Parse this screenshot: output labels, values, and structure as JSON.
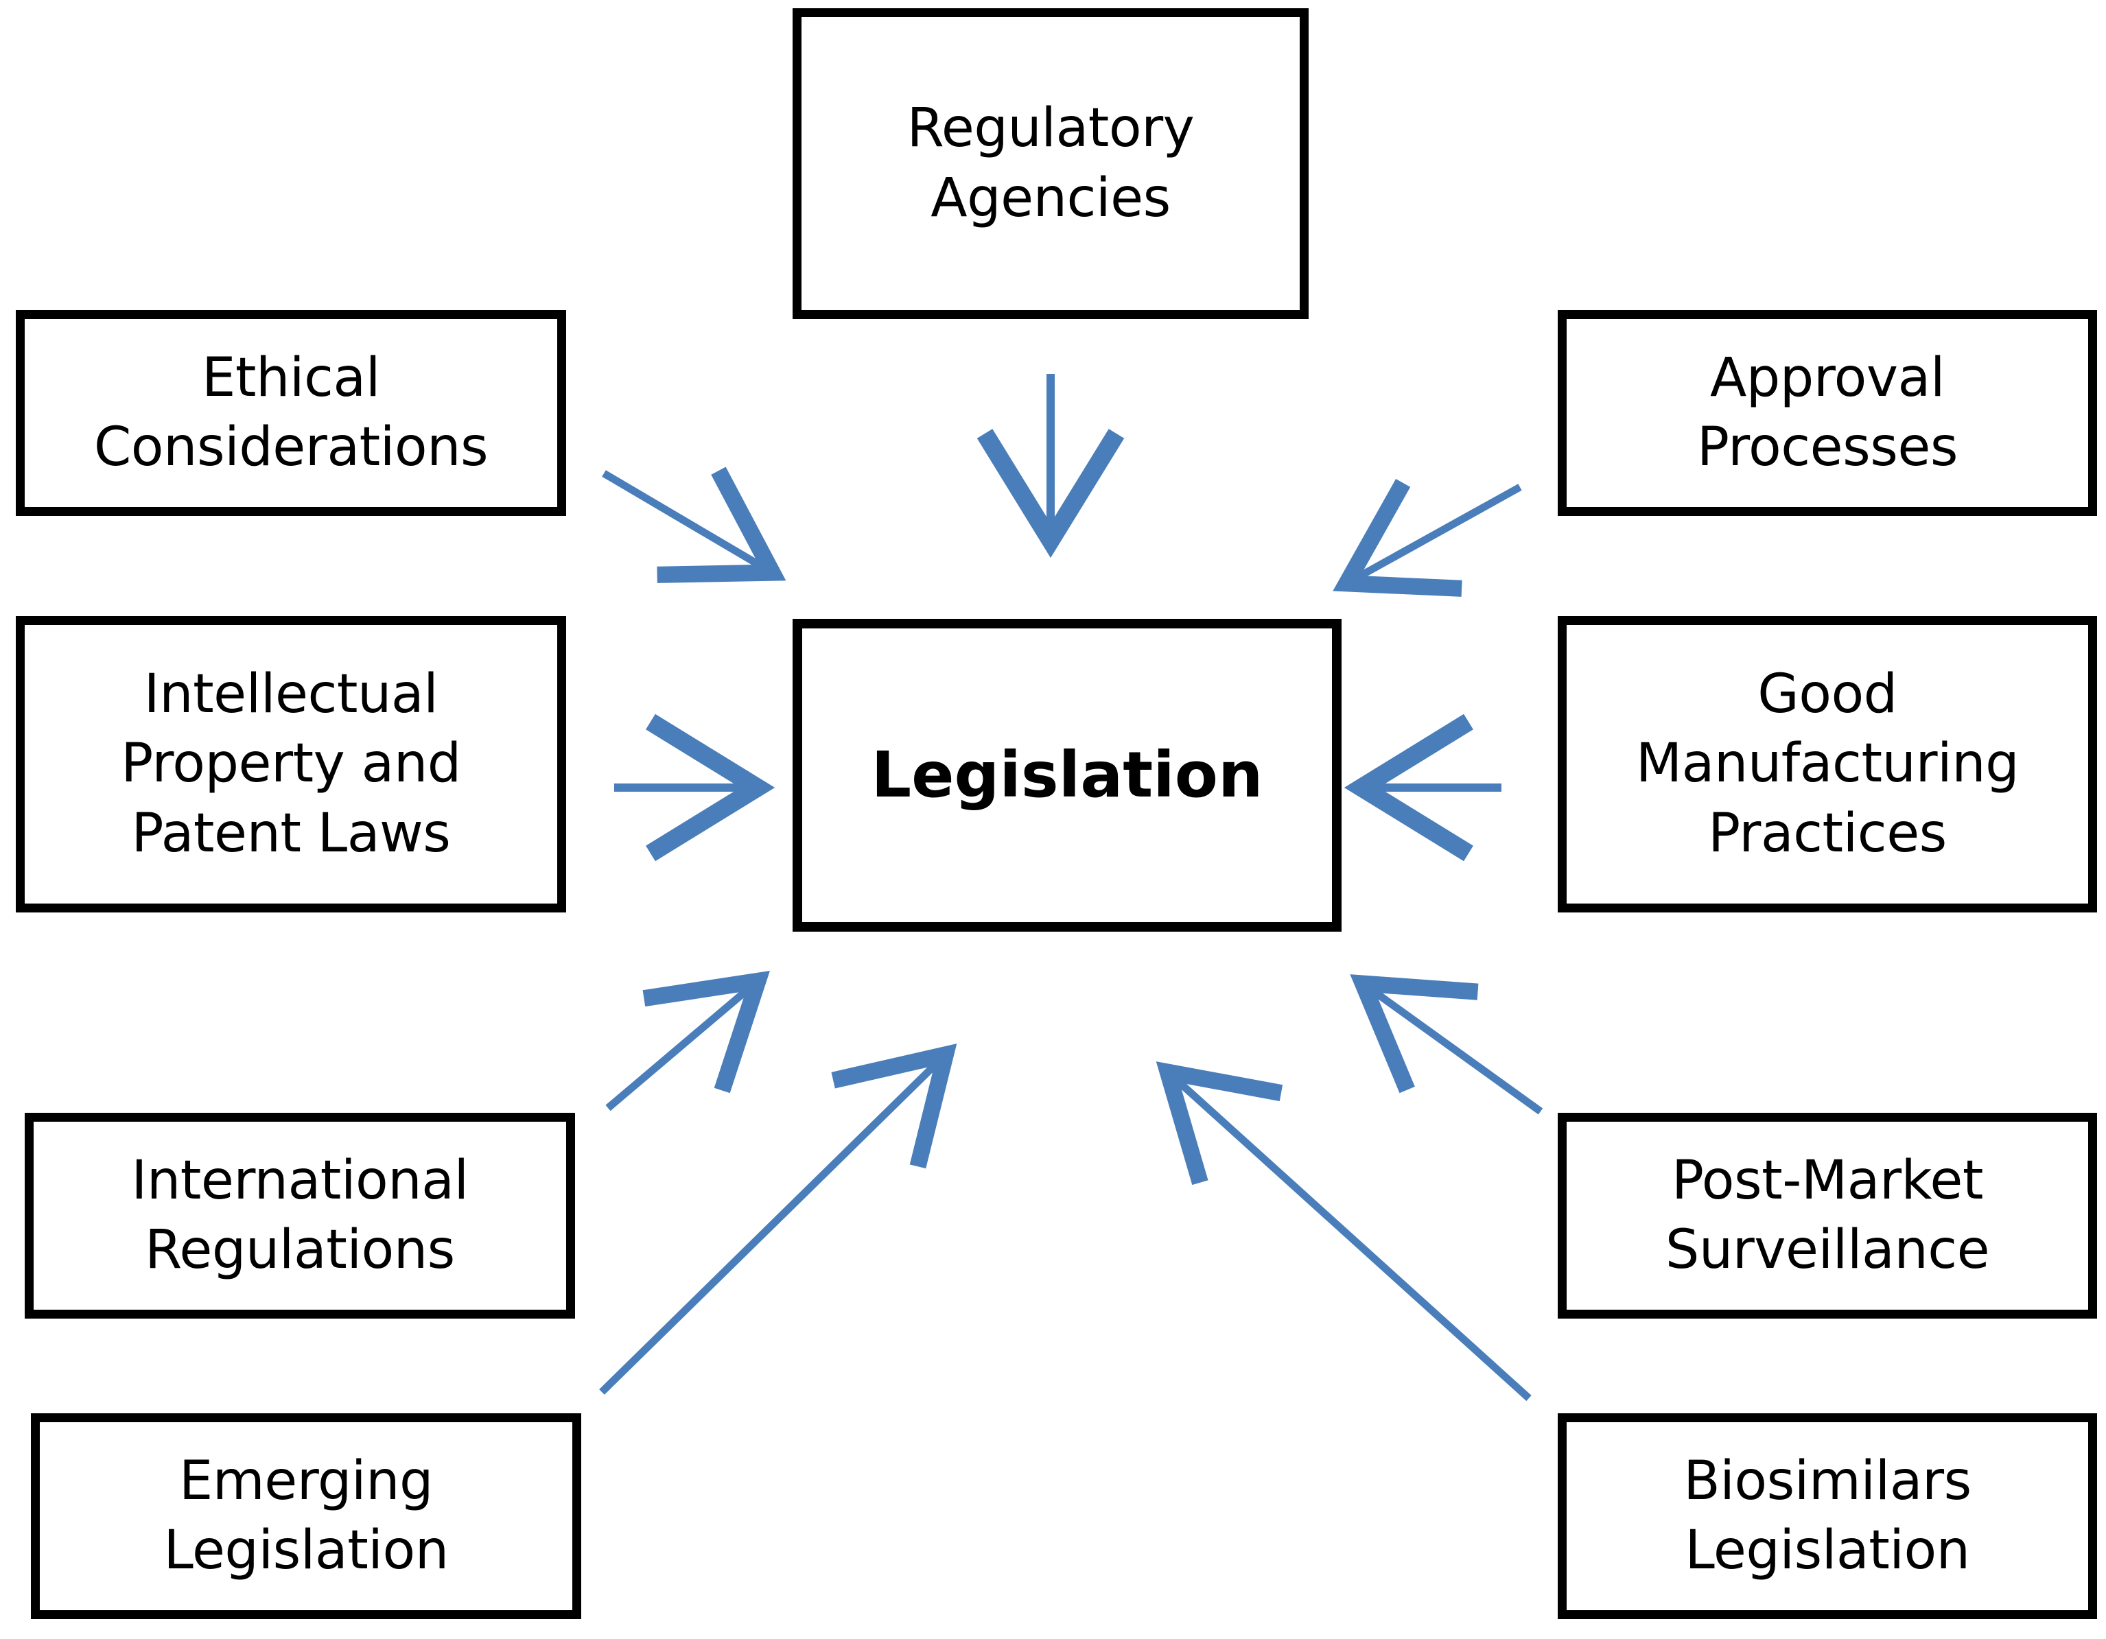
{
  "diagram": {
    "title": "Legislation",
    "type": "hub-and-spoke concept diagram",
    "arrow_color": "#4a7ebb",
    "box_border_color": "#000000",
    "background_color": "#ffffff",
    "text_color": "#000000",
    "center": {
      "id": "legislation",
      "label": "Legislation"
    },
    "nodes": [
      {
        "id": "regulatory-agencies",
        "label": "Regulatory\nAgencies"
      },
      {
        "id": "ethical-considerations",
        "label": "Ethical\nConsiderations"
      },
      {
        "id": "ip-patent-laws",
        "label": "Intellectual\nProperty and\nPatent Laws"
      },
      {
        "id": "international-regulations",
        "label": "International\nRegulations"
      },
      {
        "id": "emerging-legislation",
        "label": "Emerging\nLegislation"
      },
      {
        "id": "approval-processes",
        "label": "Approval\nProcesses"
      },
      {
        "id": "good-manufacturing-practices",
        "label": "Good\nManufacturing\nPractices"
      },
      {
        "id": "post-market-surveillance",
        "label": "Post-Market\nSurveillance"
      },
      {
        "id": "biosimilars-legislation",
        "label": "Biosimilars\nLegislation"
      }
    ],
    "edges": [
      {
        "from": "regulatory-agencies",
        "to": "legislation",
        "direction": "down"
      },
      {
        "from": "ethical-considerations",
        "to": "legislation",
        "direction": "down-right"
      },
      {
        "from": "ip-patent-laws",
        "to": "legislation",
        "direction": "right"
      },
      {
        "from": "international-regulations",
        "to": "legislation",
        "direction": "up-right"
      },
      {
        "from": "emerging-legislation",
        "to": "legislation",
        "direction": "up-right"
      },
      {
        "from": "approval-processes",
        "to": "legislation",
        "direction": "down-left"
      },
      {
        "from": "good-manufacturing-practices",
        "to": "legislation",
        "direction": "left"
      },
      {
        "from": "post-market-surveillance",
        "to": "legislation",
        "direction": "up-left"
      },
      {
        "from": "biosimilars-legislation",
        "to": "legislation",
        "direction": "up-left"
      }
    ]
  }
}
